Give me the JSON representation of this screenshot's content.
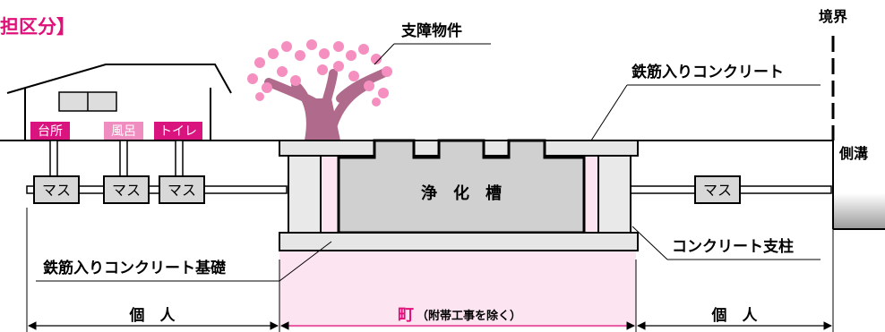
{
  "header": {
    "title_fragment": "担区分】"
  },
  "labels": {
    "obstacle": "支障物件",
    "boundary": "境界",
    "rc_top": "鉄筋入りコンクリート",
    "ditch": "側溝",
    "tank": "浄　化　槽",
    "rc_foundation": "鉄筋入りコンクリート基礎",
    "pillar": "コンクリート支柱",
    "private_left": "個　人",
    "private_right": "個　人",
    "town": "町",
    "town_note": "（附帯工事を除く）"
  },
  "rooms": [
    "台所",
    "風呂",
    "トイレ"
  ],
  "masu_label": "マス",
  "colors": {
    "accent": "#e0107a",
    "room_pink": "#d9147f",
    "room_light": "#f08dc0",
    "tank_fill": "#d0d0d0",
    "town_zone": "#fce4f1",
    "gray_box": "#d8d8d8"
  }
}
